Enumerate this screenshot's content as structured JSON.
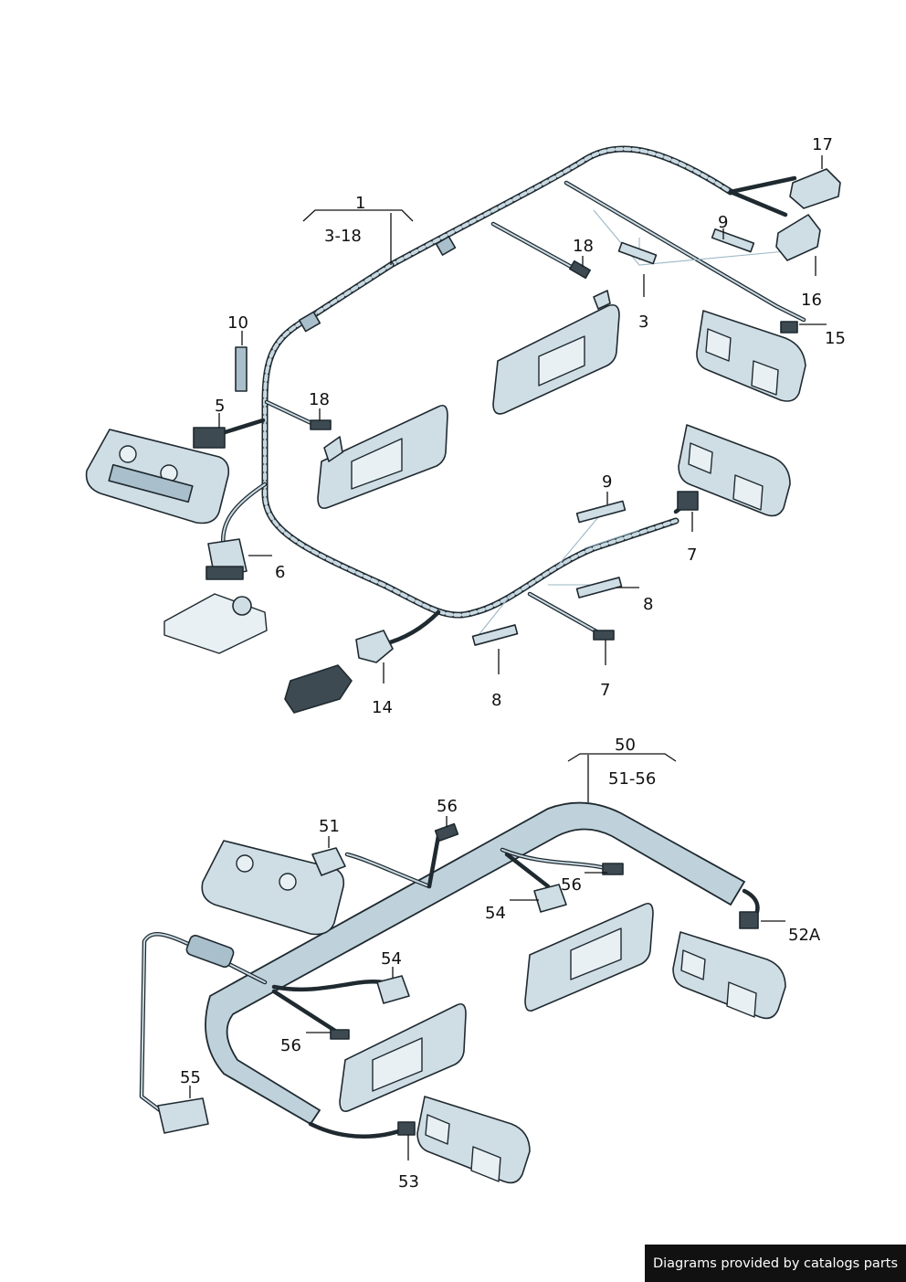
{
  "diagram": {
    "callouts": {
      "c1": "1",
      "c3_18": "3-18",
      "c17": "17",
      "c9a": "9",
      "c18a": "18",
      "c3": "3",
      "c16": "16",
      "c15": "15",
      "c10": "10",
      "c18b": "18",
      "c5": "5",
      "c6": "6",
      "c9b": "9",
      "c7a": "7",
      "c8a": "8",
      "c14": "14",
      "c8b": "8",
      "c7b": "7",
      "c50": "50",
      "c51_56": "51-56",
      "c56a": "56",
      "c51": "51",
      "c56b": "56",
      "c54a": "54",
      "c52a": "52A",
      "c54b": "54",
      "c56c": "56",
      "c55": "55",
      "c53": "53"
    }
  },
  "footer": {
    "watermark": "Diagrams provided by catalogs parts"
  },
  "colors": {
    "line": "#1f2a30",
    "part_fill": "#cfdde5",
    "ghost_line": "#9bb7c6",
    "watermark_bg": "#111111"
  }
}
